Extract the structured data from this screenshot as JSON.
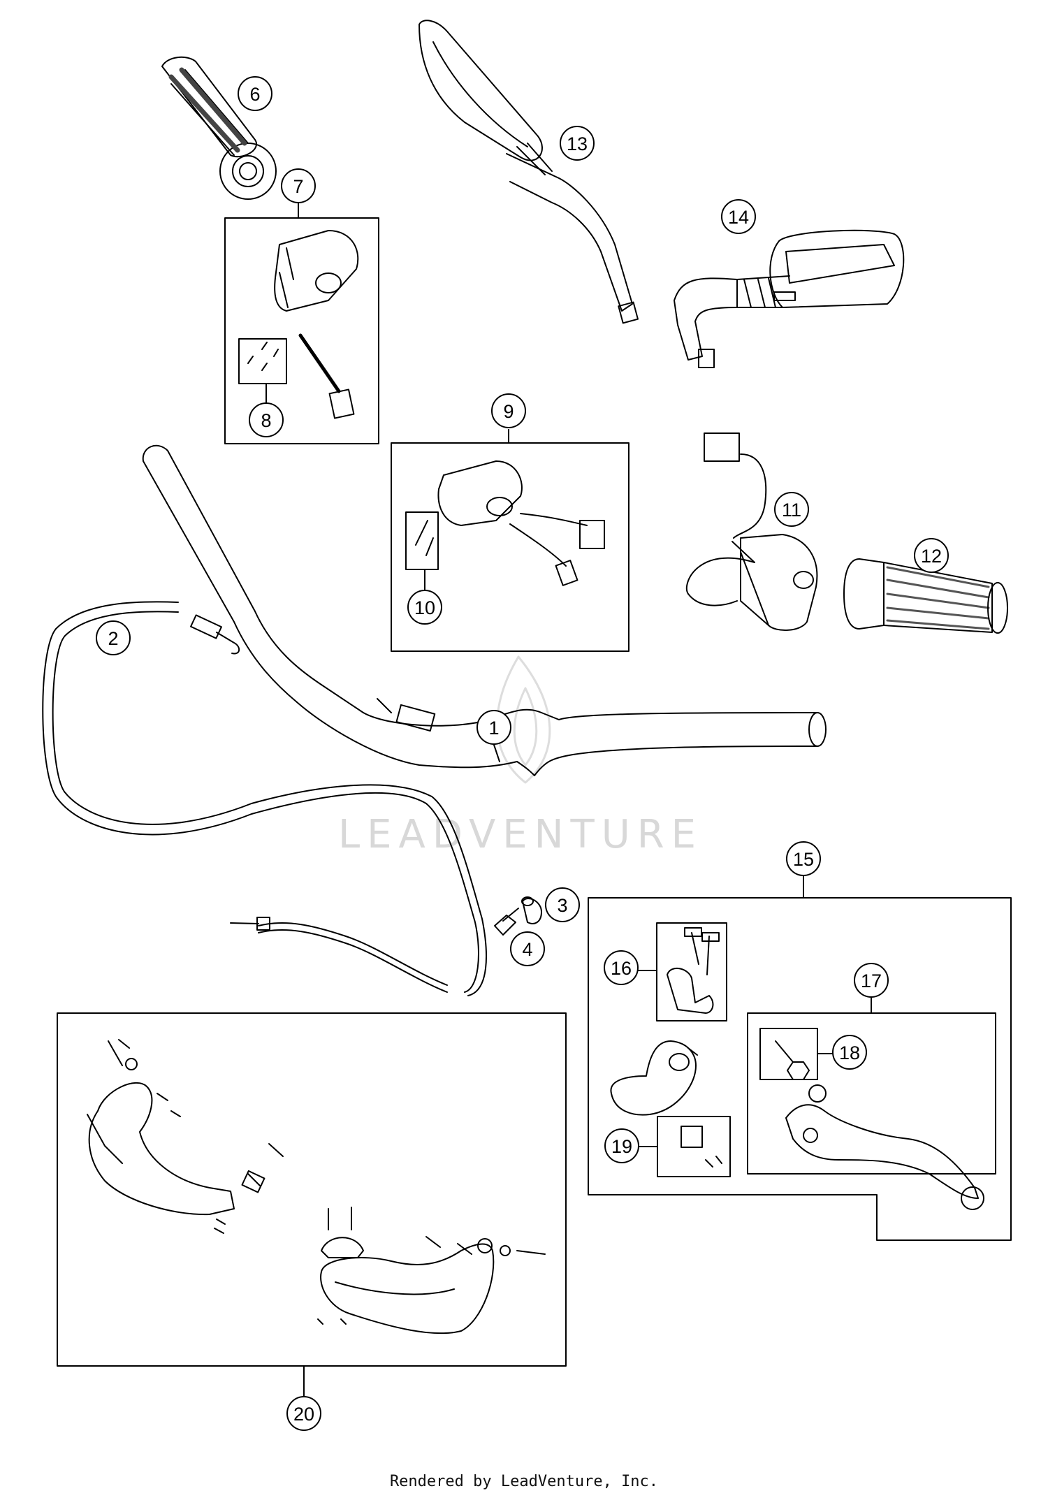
{
  "callouts": [
    "1",
    "2",
    "3",
    "4",
    "6",
    "7",
    "8",
    "9",
    "10",
    "11",
    "12",
    "13",
    "14",
    "15",
    "16",
    "17",
    "18",
    "19",
    "20"
  ],
  "watermark": "LEADVENTURE",
  "footer": "Rendered by LeadVenture, Inc.",
  "colors": {
    "line": "#000000",
    "watermark": "#d8d8d8",
    "background": "#ffffff"
  }
}
